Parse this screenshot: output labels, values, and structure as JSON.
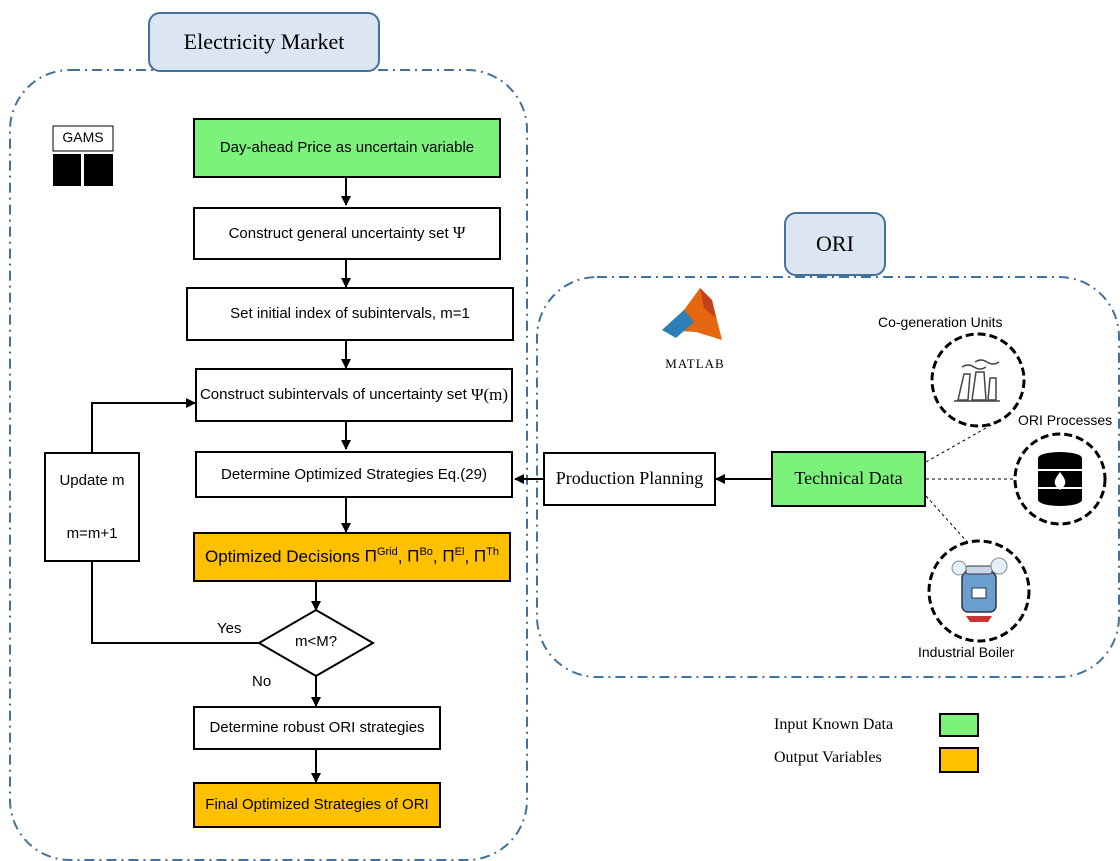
{
  "regions": {
    "market_label": "Electricity Market",
    "ori_label": "ORI"
  },
  "logos": {
    "gams": "GAMS",
    "matlab": "MATLAB"
  },
  "flow": {
    "day_ahead": "Day-ahead Price as uncertain variable",
    "construct_general": "Construct general uncertainty set",
    "construct_general_symbol": "Ψ",
    "set_initial": "Set initial index of subintervals, m=1",
    "construct_sub": "Construct subintervals of uncertainty set",
    "construct_sub_symbol": "Ψ(m)",
    "determine_opt": "Determine Optimized Strategies Eq.(29)",
    "opt_decisions_prefix": "Optimized Decisions",
    "opt_decisions_terms": [
      {
        "base": "Π",
        "sup": "Grid"
      },
      {
        "base": "Π",
        "sup": "Bo"
      },
      {
        "base": "Π",
        "sup": "El"
      },
      {
        "base": "Π",
        "sup": "Th"
      }
    ],
    "decision": "m<M?",
    "yes": "Yes",
    "no": "No",
    "robust": "Determine robust ORI strategies",
    "final": "Final Optimized Strategies of ORI",
    "update_line1": "Update m",
    "update_line2": "m=m+1"
  },
  "ori": {
    "production_planning": "Production Planning",
    "technical_data": "Technical Data",
    "cogeneration": "Co-generation Units",
    "ori_processes": "ORI Processes",
    "industrial_boiler": "Industrial Boiler"
  },
  "legend": {
    "input": "Input Known Data",
    "output": "Output Variables",
    "input_color": "#7cf27c",
    "output_color": "#ffc000"
  },
  "icons": [
    "factory-icon",
    "oil-barrel-icon",
    "boiler-icon",
    "gams-logo",
    "matlab-logo"
  ]
}
